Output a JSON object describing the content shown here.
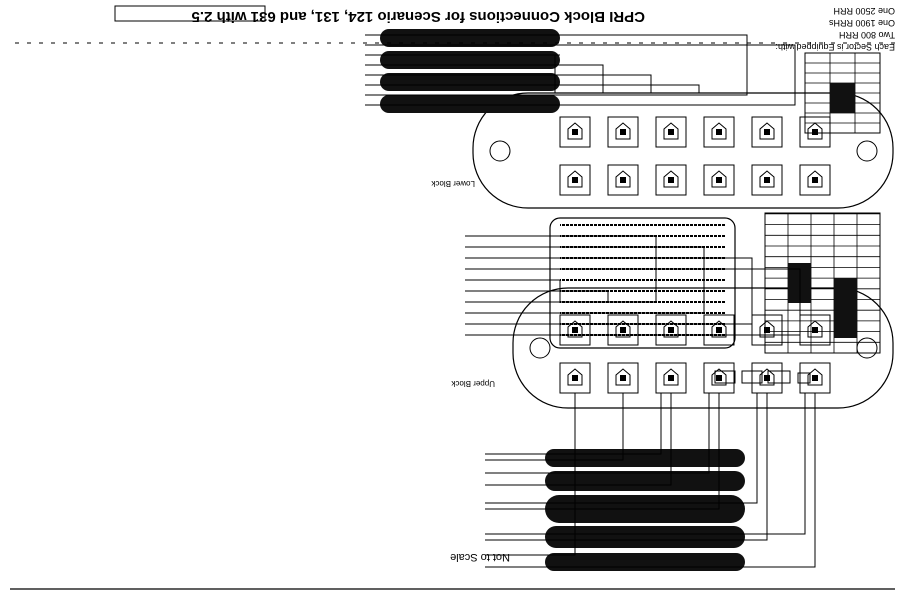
{
  "title": "CPRI Block Connections for Scenario 124, 131, and 631 with 2.5",
  "not_to_scale": "Not to Scale",
  "upper_block": "Upper Block",
  "lower_block": "Lower Block",
  "sector_text": {
    "line1": "Each Sector is Equipped with:",
    "line2": "Two 800 RRH",
    "line3": "One 1900 RRHs",
    "line4": "One 2500 RRH"
  },
  "colors": {
    "ink": "#000000",
    "fill": "#111111",
    "paper": "#ffffff"
  }
}
